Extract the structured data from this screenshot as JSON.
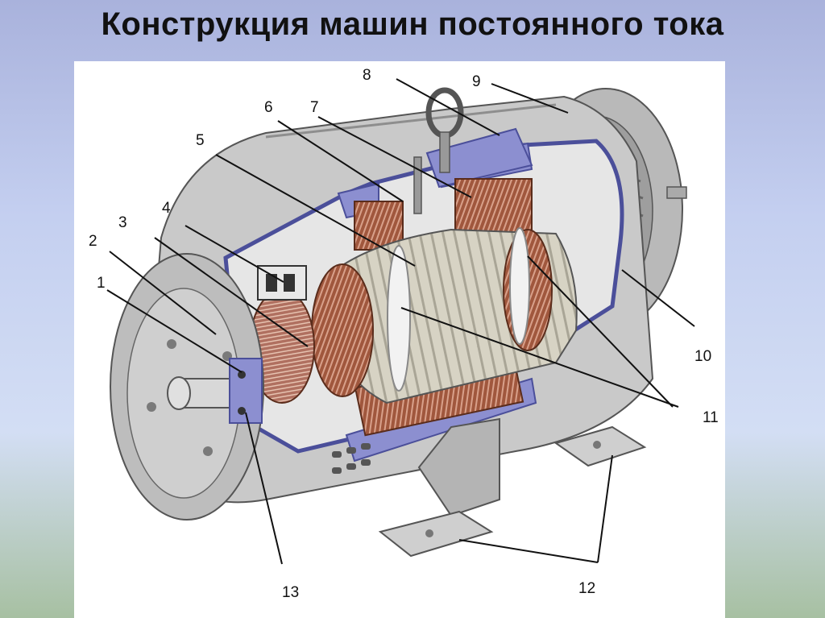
{
  "title": "Конструкция машин постоянного тока",
  "callouts": [
    {
      "id": "1",
      "text": "1"
    },
    {
      "id": "2",
      "text": "2"
    },
    {
      "id": "3",
      "text": "3"
    },
    {
      "id": "4",
      "text": "4"
    },
    {
      "id": "5",
      "text": "5"
    },
    {
      "id": "6",
      "text": "6"
    },
    {
      "id": "7",
      "text": "7"
    },
    {
      "id": "8",
      "text": "8"
    },
    {
      "id": "9",
      "text": "9"
    },
    {
      "id": "10",
      "text": "10"
    },
    {
      "id": "11",
      "text": "11"
    },
    {
      "id": "12",
      "text": "12"
    },
    {
      "id": "13",
      "text": "13"
    }
  ],
  "colors": {
    "housing": "#c9c9c9",
    "housing_dark": "#8e8e8e",
    "cut_section": "#8c8fd0",
    "copper": "#a0573d",
    "armature": "#d7d3c4"
  }
}
